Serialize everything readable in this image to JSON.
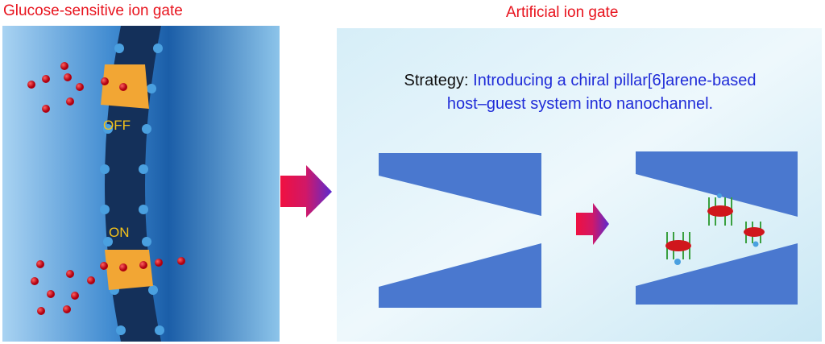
{
  "left_panel": {
    "title": "Glucose-sensitive ion gate",
    "off_label": "OFF",
    "on_label": "ON"
  },
  "right_panel": {
    "title": "Artificial ion gate",
    "strategy_prefix": "Strategy:",
    "strategy_text_line1": "Introducing a chiral pillar[6]arene-based",
    "strategy_text_line2": "host–guest system into nanochannel."
  },
  "colors": {
    "title": "#e8141e",
    "strategy": "#1f2bd8",
    "channel": "#4a78cf",
    "ion": "#d0161c",
    "gate": "#f2a634"
  }
}
